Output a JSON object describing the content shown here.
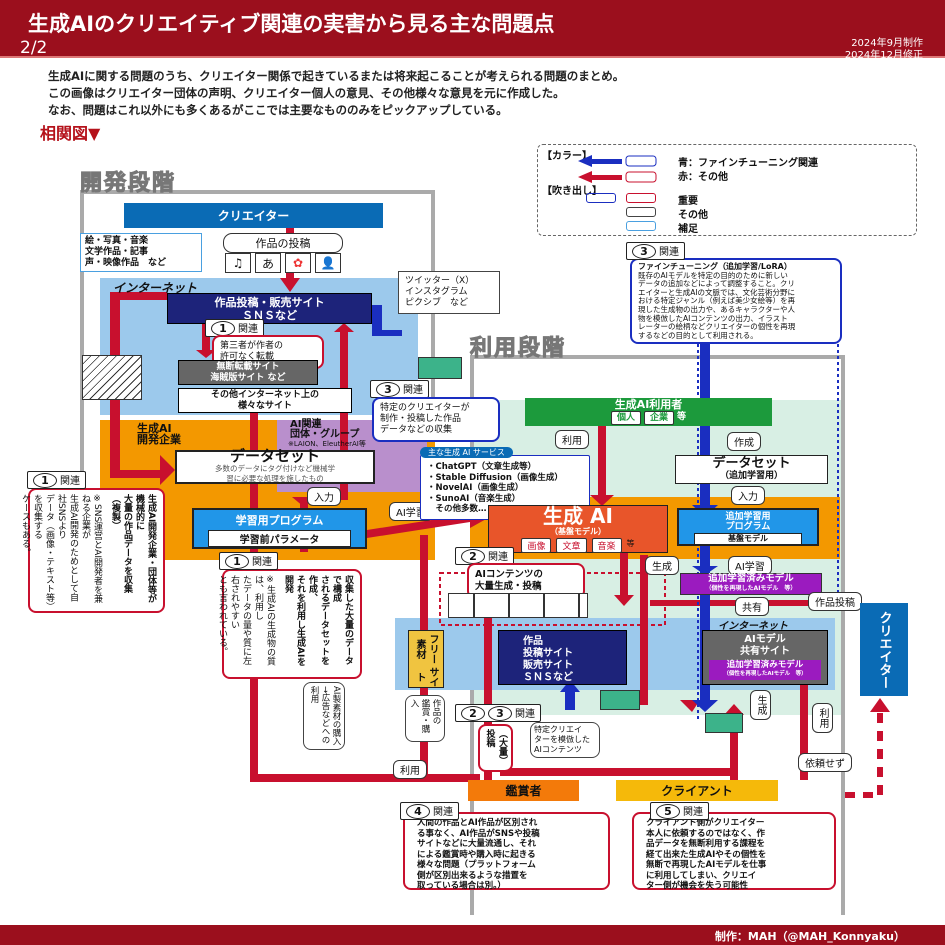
{
  "header": {
    "title": "生成AIのクリエイティブ関連の実害から見る主な問題点",
    "page": "2/2",
    "date_made": "2024年9月制作",
    "date_revised": "2024年12月修正"
  },
  "intro": [
    "生成AIに関する問題のうち、クリエイター関係で起きているまたは将来起こることが考えられる問題のまとめ。",
    "この画像はクリエイター団体の声明、クリエイター個人の意見、その他様々な意見を元に作成した。",
    "なお、問題はこれ以外にも多くあるがここでは主要なもののみをピックアップしている。"
  ],
  "section_title": "相関図▼",
  "legend": {
    "color_heading": "【カラー】",
    "blue": "青：ファインチューニング関連",
    "red": "赤：その他",
    "bubble_heading": "【吹き出し】",
    "important": "重要",
    "other": "その他",
    "supplement": "補足",
    "colors": {
      "blue": "#1a2ec0",
      "red": "#c8102e",
      "lightblue": "#4aa0e0"
    }
  },
  "dev": {
    "stage_label": "開発段階",
    "creator": "クリエイター",
    "post_works": "作品の投稿",
    "works_callout": [
      "絵・写真・音楽",
      "文学作品・記事",
      "声・映像作品　など"
    ],
    "icons": [
      "♫",
      "あ",
      "✿",
      "👤"
    ],
    "internet": "インターネット",
    "posting_site": [
      "作品投稿・販売サイト",
      "ＳＮＳなど"
    ],
    "sns_callout": [
      "ツイッター（X）",
      "インスタグラム",
      "ピクシブ　など"
    ],
    "rel1_tag": "関連",
    "rel1_num": "1",
    "reprint_callout": [
      "第三者が作者の",
      "許可なく転載"
    ],
    "pirate_sites": [
      "無断転載サイト",
      "海賊版サイト など"
    ],
    "other_sites": [
      "その他インターネット上の",
      "様々なサイト"
    ],
    "rel3_num": "3",
    "rel3_tag": "関連",
    "specific_callout": [
      "特定のクリエイターが",
      "制作・投稿した作品",
      "データなどの収集"
    ],
    "company": [
      "生成AI",
      "開発企業"
    ],
    "group": [
      "AI関連",
      "団体・グループ"
    ],
    "group_note": "※LAION、EleutherAI等",
    "dataset": "データセット",
    "dataset_desc": [
      "多数のデータにタグ付けなど機械学",
      "習に必要な処理を施したもの"
    ],
    "input": "入力",
    "program": "学習用プログラム",
    "params": "学習前パラメータ",
    "ai_learning": "AI学習",
    "left_callout": {
      "num": "1",
      "tag": "関連",
      "main": [
        "生成AI開発企業・団体等が機械的に",
        "大量の作品データを収集（複製）"
      ],
      "note": [
        "※SNS運営とAI開発者を兼ねる企業が",
        "生成AI開発のためとして自社SNSより",
        "データ（画像・テキスト等）を収集する",
        "ケースもある。"
      ]
    },
    "mid_callout": {
      "num": "1",
      "tag": "関連",
      "main": [
        "収集した大量のデータで構成",
        "されるデータセットを作成、",
        "それを利用し生成AIを開発"
      ],
      "note": [
        "※生成AIの生成物の質は、利用し",
        "たデータの量や質に左右されやすい",
        "とも言われている。"
      ]
    }
  },
  "use": {
    "stage_label": "利用段階",
    "users": "生成AI利用者",
    "user_tags": [
      "個人",
      "企業"
    ],
    "etc": "等",
    "use1": "利用",
    "create": "作成",
    "services_heading": "主な生成 AI サービス",
    "services": [
      "・ChatGPT（文章生成等）",
      "・Stable Diffusion（画像生成）",
      "・NovelAI（画像生成）",
      "・SunoAI（音楽生成）",
      "　その他多数…"
    ],
    "genai": "生成 AI",
    "genai_sub": "（基盤モデル）",
    "genai_tags": [
      "画像",
      "文章",
      "音楽"
    ],
    "dataset2": "データセット",
    "dataset2_sub": "（追加学習用）",
    "input2": "入力",
    "ft_program": [
      "追加学習用",
      "プログラム"
    ],
    "base_model": "基盤モデル",
    "generate": "生成",
    "ai_learning2": "AI学習",
    "trained_model": "追加学習済みモデル",
    "trained_model_sub": "（個性を再現したAIモデル　等）",
    "share": "共有",
    "post_work": "作品投稿",
    "rel2_num": "2",
    "rel2_tag": "関連",
    "mass_callout": [
      "AIコンテンツの",
      "大量生成・投稿"
    ],
    "internet": "インターネット",
    "free_site": [
      "フリー素材",
      "サイト"
    ],
    "post_site": [
      "作品",
      "投稿サイト",
      "販売サイト",
      "ＳＮＳなど"
    ],
    "model_site": [
      "AIモデル",
      "共有サイト"
    ],
    "creator_right": "クリエイター",
    "ai_material_callout": [
      "AI製素材の購入",
      "→広告などへの利用"
    ],
    "view_callout": [
      "作品の",
      "鑑賞・購入"
    ],
    "rel23_nums": [
      "2",
      "3"
    ],
    "rel23_tag": "関連",
    "mass_post": "（大量）投稿",
    "imitate_callout": [
      "特定クリエイ",
      "ターを模倣した",
      "AIコンテンツ"
    ],
    "gen2": "生成",
    "use2": "利用",
    "no_request": "依頼せず",
    "use3": "利用",
    "viewer": "鑑賞者",
    "client": "クライアント",
    "rel4": {
      "num": "4",
      "tag": "関連",
      "text": [
        "人間の作品とAI作品が区別され",
        "る事なく、AI作品がSNSや投稿",
        "サイトなどに大量流通し、それ",
        "による鑑賞時や購入時に起きる",
        "様々な問題（プラットフォーム",
        "側が区別出来るような措置を",
        "取っている場合は別。）"
      ]
    },
    "rel5": {
      "num": "5",
      "tag": "関連",
      "text": [
        "クライアント側がクリエイター",
        "本人に依頼するのではなく、作",
        "品データを無断利用する課程を",
        "経て出来た生成AIやその個性を",
        "無断で再現したAIモデルを仕事",
        "に利用してしまい、クリエイ",
        "ター側が機会を失う可能性"
      ]
    },
    "rel3ft": {
      "num": "3",
      "tag": "関連",
      "title": "ファインチューニング（追加学習/LoRA）",
      "text": [
        "既存のAIモデルを特定の目的のために新しい",
        "データの追加などによって調整すること。クリ",
        "エイターと生成AIの文脈では、文化芸術分野に",
        "おける特定ジャンル（例えば美少女絵等）を再",
        "現した生成物の出力や、あるキャラクターや人",
        "物を模倣したAIコンテンツの出力、イラスト",
        "レーターの絵柄などクリエイターの個性を再現",
        "するなどの目的として利用される。"
      ]
    }
  },
  "footer": "制作：MAH（@MAH_Konnyaku）"
}
